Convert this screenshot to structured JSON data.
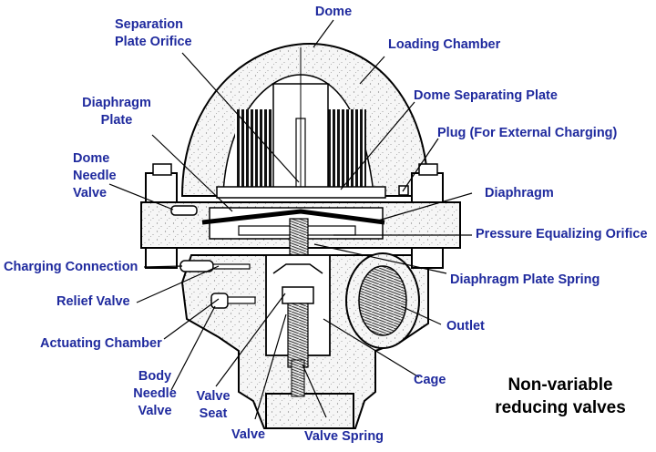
{
  "labels": {
    "dome": "Dome",
    "separation_plate_orifice": [
      "Separation",
      "Plate Orifice"
    ],
    "loading_chamber": "Loading Chamber",
    "diaphragm_plate": [
      "Diaphragm",
      "Plate"
    ],
    "dome_separating_plate": "Dome Separating Plate",
    "plug": "Plug (For External Charging)",
    "dome_needle_valve": [
      "Dome",
      "Needle",
      "Valve"
    ],
    "diaphragm": "Diaphragm",
    "pressure_equalizing_orifice": "Pressure Equalizing Orifice",
    "charging_connection": "Charging Connection",
    "diaphragm_plate_spring": "Diaphragm Plate Spring",
    "relief_valve": "Relief Valve",
    "outlet": "Outlet",
    "actuating_chamber": "Actuating Chamber",
    "cage": "Cage",
    "body_needle_valve": [
      "Body",
      "Needle",
      "Valve"
    ],
    "valve_seat": [
      "Valve",
      "Seat"
    ],
    "valve": "Valve",
    "valve_spring": "Valve Spring"
  },
  "caption": [
    "Non-variable",
    "reducing valves"
  ],
  "colors": {
    "label_text": "#1f2a9e",
    "caption_text": "#000000",
    "line": "#000000",
    "body_fill": "#f4f4f4",
    "background": "#ffffff"
  }
}
